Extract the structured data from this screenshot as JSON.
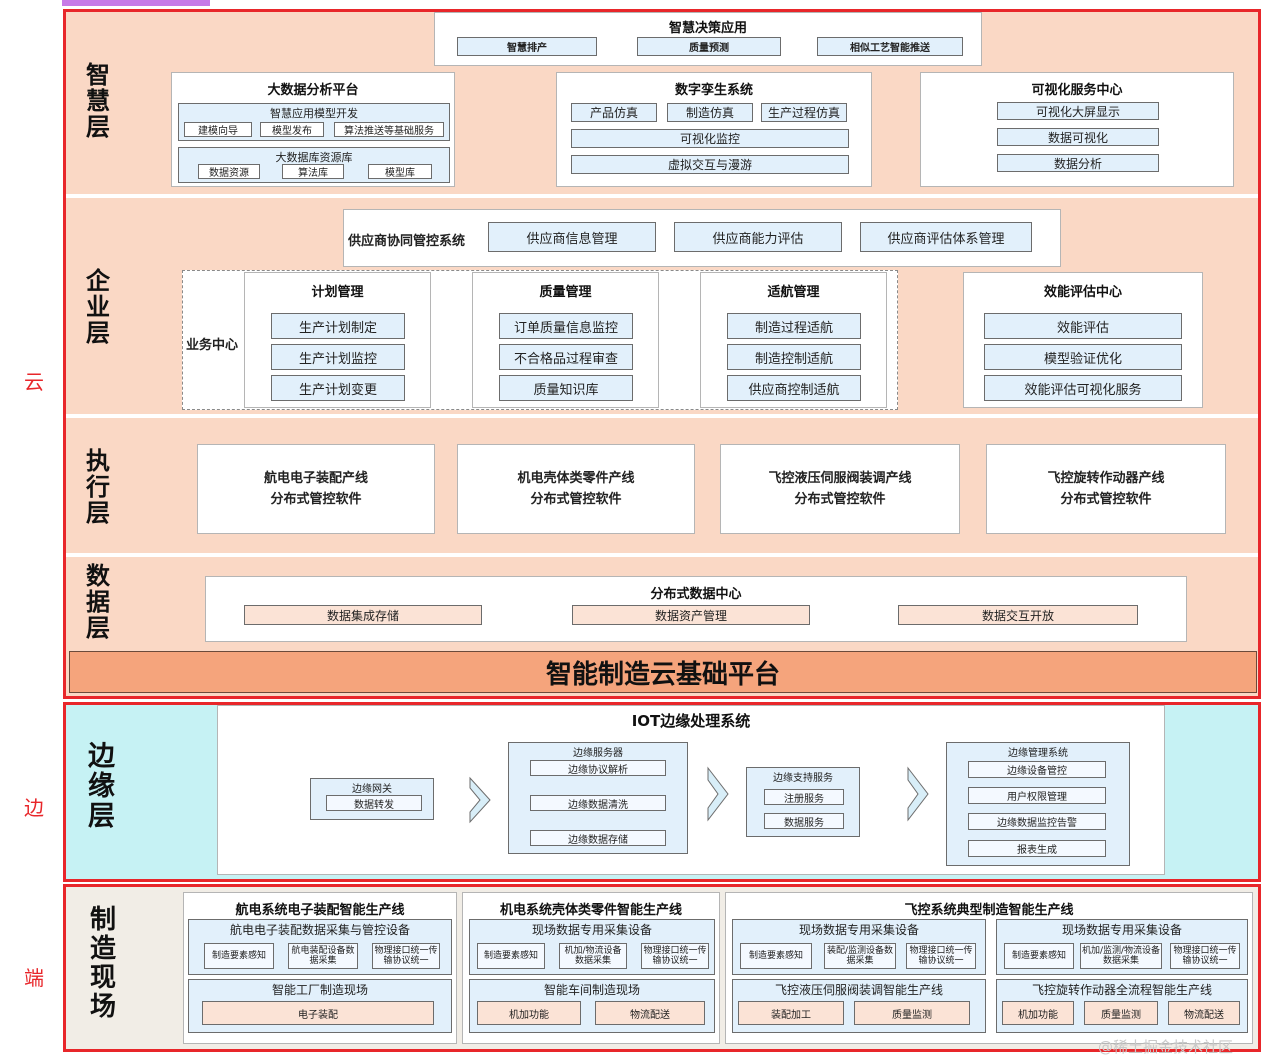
{
  "tiers": {
    "cloud": "云",
    "edge": "边",
    "end": "端"
  },
  "layers": {
    "smart": {
      "label": [
        "智",
        "慧",
        "层"
      ],
      "decision": {
        "title": "智慧决策应用",
        "items": [
          "智慧排产",
          "质量预测",
          "相似工艺智能推送"
        ]
      },
      "bigdata": {
        "title": "大数据分析平台",
        "model_dev": {
          "title": "智慧应用模型开发",
          "items": [
            "建模向导",
            "模型发布",
            "算法推送等基础服务"
          ]
        },
        "resource": {
          "title": "大数据库资源库",
          "items": [
            "数据资源",
            "算法库",
            "模型库"
          ]
        }
      },
      "twin": {
        "title": "数字孪生系统",
        "row1": [
          "产品仿真",
          "制造仿真",
          "生产过程仿真"
        ],
        "rows": [
          "可视化监控",
          "虚拟交互与漫游"
        ]
      },
      "visual": {
        "title": "可视化服务中心",
        "items": [
          "可视化大屏显示",
          "数据可视化",
          "数据分析"
        ]
      }
    },
    "enterprise": {
      "label": [
        "企",
        "业",
        "层"
      ],
      "supplier": {
        "title": "供应商协同管控系统",
        "items": [
          "供应商信息管理",
          "供应商能力评估",
          "供应商评估体系管理"
        ]
      },
      "business_center": "业务中心",
      "plan": {
        "title": "计划管理",
        "items": [
          "生产计划制定",
          "生产计划监控",
          "生产计划变更"
        ]
      },
      "quality": {
        "title": "质量管理",
        "items": [
          "订单质量信息监控",
          "不合格品过程审查",
          "质量知识库"
        ]
      },
      "airworthy": {
        "title": "适航管理",
        "items": [
          "制造过程适航",
          "制造控制适航",
          "供应商控制适航"
        ]
      },
      "efficiency": {
        "title": "效能评估中心",
        "items": [
          "效能评估",
          "模型验证优化",
          "效能评估可视化服务"
        ]
      }
    },
    "execution": {
      "label": [
        "执",
        "行",
        "层"
      ],
      "items": [
        [
          "航电电子装配产线",
          "分布式管控软件"
        ],
        [
          "机电壳体类零件产线",
          "分布式管控软件"
        ],
        [
          "飞控液压伺服阀装调产线",
          "分布式管控软件"
        ],
        [
          "飞控旋转作动器产线",
          "分布式管控软件"
        ]
      ]
    },
    "data": {
      "label": [
        "数",
        "据",
        "层"
      ],
      "title": "分布式数据中心",
      "items": [
        "数据集成存储",
        "数据资产管理",
        "数据交互开放"
      ]
    },
    "platform": "智能制造云基础平台",
    "edge": {
      "label": [
        "边",
        "缘",
        "层"
      ],
      "title": "IOT边缘处理系统",
      "gateway": {
        "title": "边缘网关",
        "items": [
          "数据转发"
        ]
      },
      "server": {
        "title": "边缘服务器",
        "items": [
          "边缘协议解析",
          "边缘数据清洗",
          "边缘数据存储"
        ]
      },
      "support": {
        "title": "边缘支持服务",
        "items": [
          "注册服务",
          "数据服务"
        ]
      },
      "mgmt": {
        "title": "边缘管理系统",
        "items": [
          "边缘设备管控",
          "用户权限管理",
          "边缘数据监控告警",
          "报表生成"
        ]
      }
    },
    "field": {
      "label": [
        "制",
        "造",
        "现",
        "场"
      ],
      "avionics": {
        "title": "航电系统电子装配智能生产线",
        "equip_title": "航电电子装配数据采集与管控设备",
        "equip": [
          "制造要素感知",
          "航电装配设备数据采集",
          "物理接口统一传输协议统一"
        ],
        "site_title": "智能工厂制造现场",
        "site": [
          "电子装配"
        ]
      },
      "mech": {
        "title": "机电系统壳体类零件智能生产线",
        "equip_title": "现场数据专用采集设备",
        "equip": [
          "制造要素感知",
          "机加/物流设备数据采集",
          "物理接口统一传输协议统一"
        ],
        "site_title": "智能车间制造现场",
        "site": [
          "机加功能",
          "物流配送"
        ]
      },
      "flight": {
        "title": "飞控系统典型制造智能生产线",
        "a": {
          "equip_title": "现场数据专用采集设备",
          "equip": [
            "制造要素感知",
            "装配/监测设备数据采集",
            "物理接口统一传输协议统一"
          ],
          "site_title": "飞控液压伺服阀装调智能生产线",
          "site": [
            "装配加工",
            "质量监测"
          ]
        },
        "b": {
          "equip_title": "现场数据专用采集设备",
          "equip": [
            "制造要素感知",
            "机加/监测/物流设备数据采集",
            "物理接口统一传输协议统一"
          ],
          "site_title": "飞控旋转作动器全流程智能生产线",
          "site": [
            "机加功能",
            "质量监测",
            "物流配送"
          ]
        }
      }
    }
  },
  "watermark": "@稀土掘金技术社区",
  "colors": {
    "frame": "#e8262a",
    "cloud_bg": "#fad8c5",
    "edge_bg": "#c6f2f4",
    "box_bg": "#e2f0fb",
    "platform": "#f5a47c"
  }
}
